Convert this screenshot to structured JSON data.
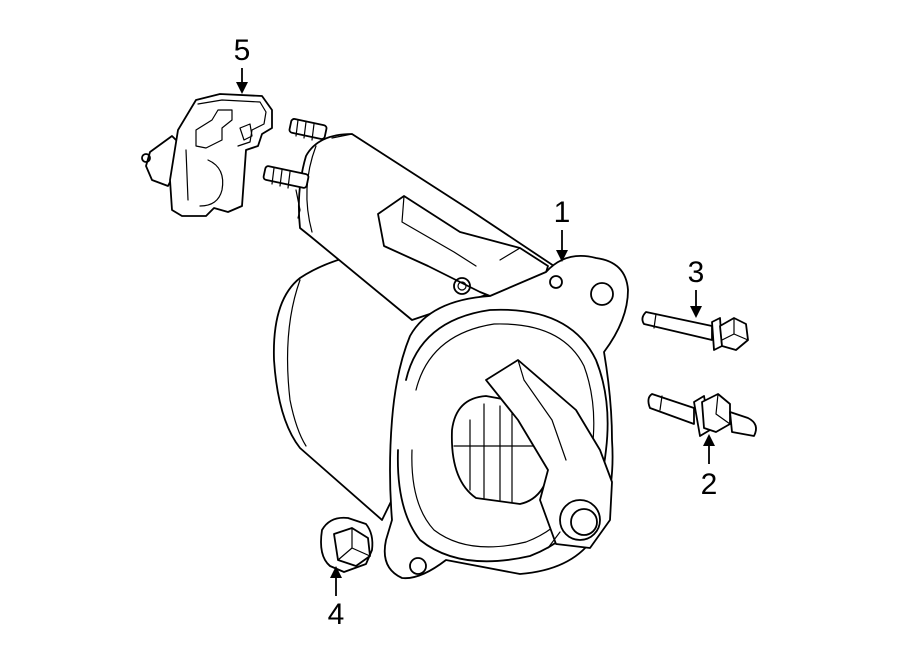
{
  "callouts": [
    {
      "id": "starter",
      "label": "1"
    },
    {
      "id": "bolt-stud",
      "label": "2"
    },
    {
      "id": "bolt",
      "label": "3"
    },
    {
      "id": "nut",
      "label": "4"
    },
    {
      "id": "solenoid-cover",
      "label": "5"
    }
  ]
}
